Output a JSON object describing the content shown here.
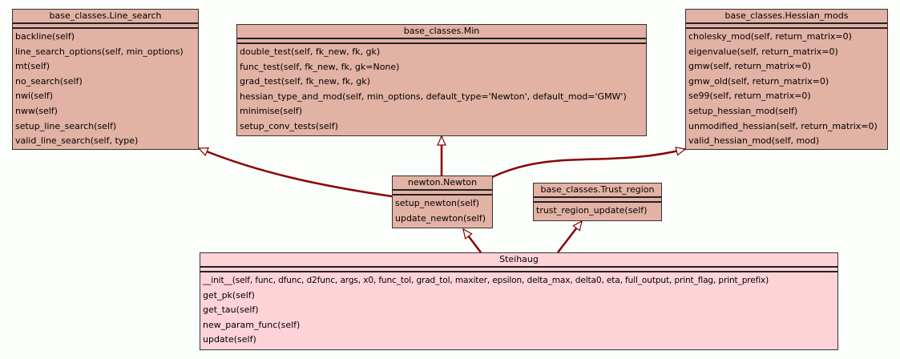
{
  "diagram": {
    "type": "uml-class-inheritance",
    "classes": {
      "line_search": {
        "name": "base_classes.Line_search",
        "methods": [
          "backline(self)",
          "line_search_options(self, min_options)",
          "mt(self)",
          "no_search(self)",
          "nwi(self)",
          "nww(self)",
          "setup_line_search(self)",
          "valid_line_search(self, type)"
        ]
      },
      "min": {
        "name": "base_classes.Min",
        "methods": [
          "double_test(self, fk_new, fk, gk)",
          "func_test(self, fk_new, fk, gk=None)",
          "grad_test(self, fk_new, fk, gk)",
          "hessian_type_and_mod(self, min_options, default_type='Newton', default_mod='GMW')",
          "minimise(self)",
          "setup_conv_tests(self)"
        ]
      },
      "hessian_mods": {
        "name": "base_classes.Hessian_mods",
        "methods": [
          "cholesky_mod(self, return_matrix=0)",
          "eigenvalue(self, return_matrix=0)",
          "gmw(self, return_matrix=0)",
          "gmw_old(self, return_matrix=0)",
          "se99(self, return_matrix=0)",
          "setup_hessian_mod(self)",
          "unmodified_hessian(self, return_matrix=0)",
          "valid_hessian_mod(self, mod)"
        ]
      },
      "newton": {
        "name": "newton.Newton",
        "methods": [
          "setup_newton(self)",
          "update_newton(self)"
        ]
      },
      "trust_region": {
        "name": "base_classes.Trust_region",
        "methods": [
          "trust_region_update(self)"
        ]
      },
      "steihaug": {
        "name": "Steihaug",
        "methods": [
          "__init__(self, func, dfunc, d2func, args, x0, func_tol, grad_tol, maxiter, epsilon, delta_max, delta0, eta, full_output, print_flag, print_prefix)",
          "get_pk(self)",
          "get_tau(self)",
          "new_param_func(self)",
          "update(self)"
        ]
      }
    },
    "inheritance": [
      {
        "from": "newton.Newton",
        "to": "base_classes.Line_search"
      },
      {
        "from": "newton.Newton",
        "to": "base_classes.Min"
      },
      {
        "from": "newton.Newton",
        "to": "base_classes.Hessian_mods"
      },
      {
        "from": "Steihaug",
        "to": "newton.Newton"
      },
      {
        "from": "Steihaug",
        "to": "base_classes.Trust_region"
      }
    ],
    "colors": {
      "base_fill": "#e2b2a4",
      "main_fill": "#fdd3d8",
      "edge": "#8b0000",
      "border": "#333333"
    }
  }
}
